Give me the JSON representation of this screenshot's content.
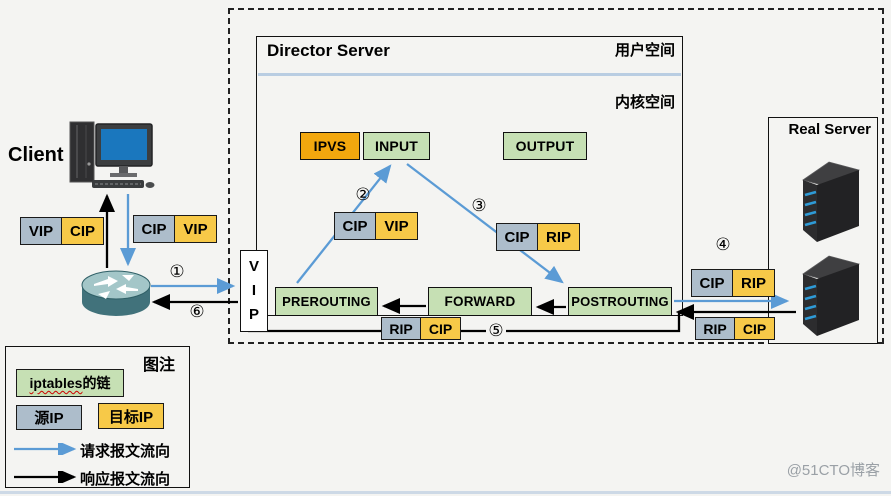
{
  "client": {
    "label": "Client"
  },
  "director": {
    "title": "Director Server",
    "user_space_label": "用户空间",
    "kernel_space_label": "内核空间"
  },
  "real_server": {
    "title": "Real Server"
  },
  "vip_box": {
    "l1": "V",
    "l2": "I",
    "l3": "P"
  },
  "chains": {
    "ipvs": "IPVS",
    "input": "INPUT",
    "output": "OUTPUT",
    "prerouting": "PREROUTING",
    "forward": "FORWARD",
    "postrouting": "POSTROUTING"
  },
  "ip_labels": [
    {
      "name": "response-to-client",
      "left": "VIP",
      "right": "CIP"
    },
    {
      "name": "request-from-client",
      "left": "CIP",
      "right": "VIP"
    },
    {
      "name": "prerouting-to-input",
      "left": "CIP",
      "right": "VIP"
    },
    {
      "name": "input-to-postrouting",
      "left": "CIP",
      "right": "RIP"
    },
    {
      "name": "postrouting-to-realserver",
      "left": "CIP",
      "right": "RIP"
    },
    {
      "name": "realserver-response",
      "left": "RIP",
      "right": "CIP"
    },
    {
      "name": "bottom-response",
      "left": "RIP",
      "right": "CIP"
    }
  ],
  "steps": {
    "s1": "①",
    "s2": "②",
    "s3": "③",
    "s4": "④",
    "s5": "⑤",
    "s6": "⑥"
  },
  "legend": {
    "title": "图注",
    "chain_en": "iptables",
    "chain_zh": "的链",
    "source_ip": "源IP",
    "dest_ip": "目标IP",
    "request_flow": "请求报文流向",
    "response_flow": "响应报文流向"
  },
  "watermark": "@51CTO博客",
  "colors": {
    "request_blue": "#5b9bd5",
    "response_black": "#000000",
    "chain_green": "#c6e0b4",
    "source_gray": "#adbdcb",
    "dest_yellow": "#f7c948",
    "ipvs_orange": "#f2a70e",
    "separator_blue": "#b9cde2"
  }
}
